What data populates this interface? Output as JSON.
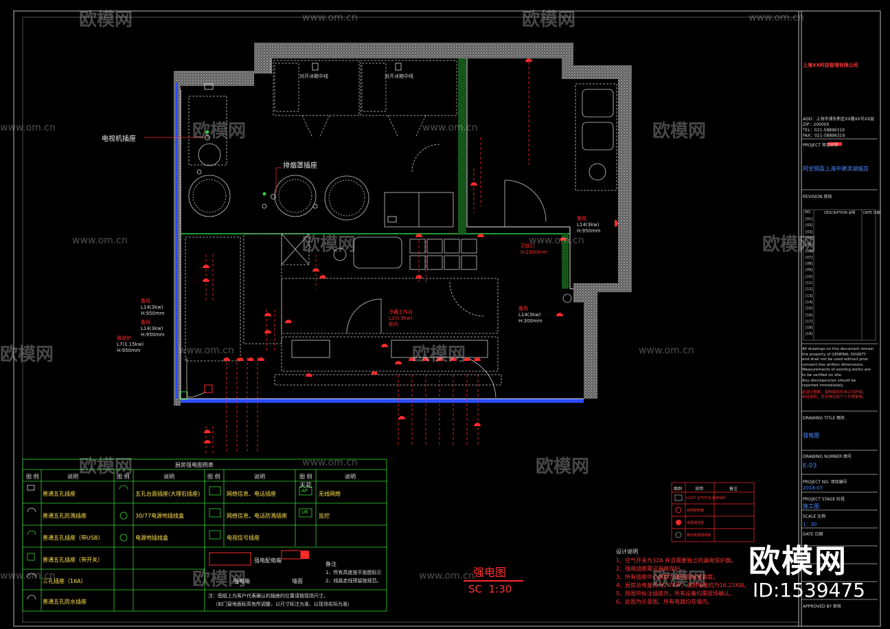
{
  "drawing": {
    "title": "强电图",
    "scale": "SC  1:30"
  },
  "labels": {
    "tv_socket": "电视机插座",
    "hood_socket": "排烟罩插座",
    "fridge_line": "对开冰箱中线",
    "fridge_line2": "对开冰箱中线",
    "lamp": "灭蚊灯",
    "lamp_h": "H:2300mm",
    "spare1": "备用",
    "spare1_spec": "L14(3kw)",
    "spare1_h": "H:950mm",
    "spare2": "备用",
    "spare2_spec": "L14(3kw)",
    "spare2_h": "H:300mm",
    "spare3": "备用",
    "spare3_spec": "L14(3kw)",
    "spare3_h": "H:950mm",
    "spare4": "备用",
    "spare4_spec": "L14(3kw)",
    "spare4_h": "H:950mm",
    "micro": "微波炉",
    "micro_spec": "L7(1.15kw)",
    "micro_h": "H:950mm",
    "cold": "冷藏工作台",
    "cold_spec": "L2(0.9kw)",
    "cold_note": "柜内"
  },
  "legend": {
    "title": "厨房强电图例表",
    "col_icon": "图 例",
    "col_desc": "说明",
    "rows_col1": [
      "普通五孔插座",
      "普通五孔防溅插座",
      "普通五孔插座（带USB）",
      "普通五孔插座（带开关）",
      "三孔插座（16A）",
      "普通五孔防水插座"
    ],
    "rows_col2": [
      "五孔台面插座(大理石插座)",
      "30/77电源地插线盒",
      "电源地插线盒"
    ],
    "rows_col3": [
      "网络信息、电话插座",
      "网络信息、电话防溅插座",
      "电视信号插座"
    ],
    "rows_col4": [
      "无线网络",
      "监控"
    ],
    "sym_ceiling": "天花",
    "sym_ap": "AP",
    "sym_uk": "UK",
    "box_title": "强电配电箱",
    "box_item": "墙面",
    "box_item2": "强电箱",
    "note_head": "备注",
    "note1": "1、所有高度按平面图标示",
    "note2": "2、线路走线预留按规范。",
    "footnote": "注：图纸上为客户代表确认的插座的位置请按现场尺寸。",
    "footnote2": "（如门窗地面标高有所调整，以尺寸标注为准、以现场实际为准）"
  },
  "design_notes": {
    "title": "设计说明",
    "lines": [
      "1、空气开关为32A 并且需要独立的漏电保护器。",
      "2、强电插座需设漏电保护。",
      "3、所有插座中心高度为离地面标准高度。",
      "4、厨房总电量约为2.7KW，总用电量约为16.21KW。",
      "5、除图中标注插座外，所有设备均需现场确认。",
      "6、此图为示意图，所有电路均在墙内。"
    ]
  },
  "spec_table": {
    "headers": [
      "图例",
      "说明",
      "备注"
    ],
    "rows": [
      "DZ47 空气开关/漏电保护",
      "强电配电箱",
      "电源插线盒",
      "移动电源插线板"
    ]
  },
  "title_block": {
    "company": "上海XX科技管理有限公司",
    "address": "ADD：上海市浦东新区XX路XX号XX层",
    "zip": "ZIP：200000",
    "tel": "TEL：021-58896319",
    "fax": "FAX：021-58896319",
    "project_label": "PROJECT 项目名称",
    "project_name": "阿甘锅盔上海中建滨湖城店",
    "revision_label": "REVISION 修改",
    "rev_cols": [
      "NO.",
      "DESCRIPTION 说明",
      "DATE 日期"
    ],
    "rev_nos": [
      "[01]",
      "[02]",
      "[03]",
      "[04]",
      "[05]",
      "[06]",
      "[07]",
      "[08]",
      "[09]",
      "[10]",
      "[11]",
      "[12]",
      "[13]",
      "[14]",
      "[15]",
      "[16]",
      "[17]",
      "[18]",
      "[19]"
    ],
    "disclaimer": [
      "All drawings on this document remain",
      "the property of GENERAL DIGNITY",
      "and shall not be used without prior",
      "consent.Use written dimensions.",
      "Measurements of existing works are",
      "to be verified on site.",
      "Any discrepancies should be",
      "reported immediately."
    ],
    "disclaimer_cn": [
      "此设计图纸、资料版权归本公司所有，",
      "未经授权，任何单位和个人不得复制。"
    ],
    "drawing_title_label": "DRAWING TITLE 图名",
    "drawing_title": "强电图",
    "drawing_number_label": "DRAWING NUMBER 图号",
    "drawing_number": "E-03",
    "project_no_label": "PROJECT NO. 项目编号",
    "project_no": "2018-07",
    "stage_label": "PROJECT STAGE 阶段",
    "stage": "施工图",
    "scale_label": "SCALE 比例",
    "scale": "1：30",
    "date_label": "DATE 日期",
    "approved_label": "APPROVED BY 审核"
  },
  "watermark": {
    "brand": "欧模网",
    "url": "www.om.cn",
    "big_brand": "欧模网",
    "id": "ID:1539475"
  },
  "colors": {
    "wall_hatch": "#bdbdbd",
    "room_line": "#e8e8e8",
    "socket_red": "#ff2a2a",
    "green_line": "#2ecc40",
    "blue_line": "#2a4dff",
    "legend_green": "#33dd33",
    "yellow_text": "#ffe14d",
    "title_red": "#ff3333"
  }
}
